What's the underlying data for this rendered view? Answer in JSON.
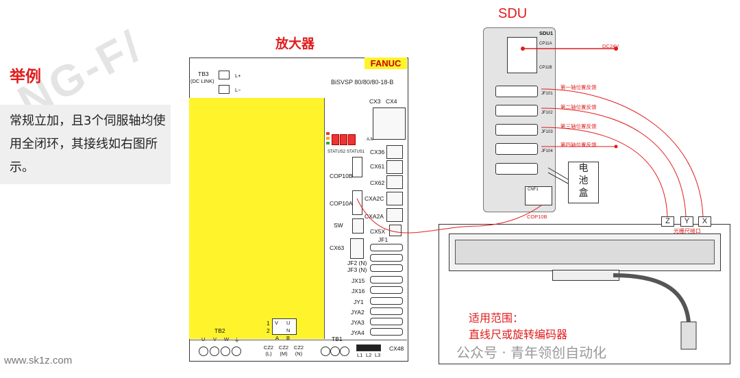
{
  "watermark": "NG-F/",
  "section_title": "举例",
  "description": "常规立加，且3个伺服轴均使用全闭环，其接线如右图所示。",
  "website": "www.sk1z.com",
  "amplifier": {
    "title": "放大器",
    "brand": "FANUC",
    "model": "BiSVSP 80/80/80-18-B",
    "tb3": "TB3",
    "dc_link": "(DC LINK)",
    "l_plus": "L+",
    "l_minus": "L−",
    "status2": "STATUS2",
    "status1": "STATUS1",
    "alm": "A,M",
    "connectors_right": [
      "CX3",
      "CX4",
      "CX36",
      "CX61",
      "CX62",
      "CXA2C",
      "CXA2A",
      "CX5X",
      "JF1",
      "JF2 (N)",
      "JF3 (N)",
      "JX15",
      "JX16",
      "JY1",
      "JYA2",
      "JYA3",
      "JYA4"
    ],
    "cop10b": "COP10B",
    "cop10a": "COP10A",
    "sw": "SW",
    "cx63": "CX63",
    "tb2": "TB2",
    "uvw": [
      "U",
      "V",
      "W",
      "⏚"
    ],
    "tb1": "TB1",
    "cz2_labels": [
      "CZ2 (L)",
      "CZ2 (M)",
      "CZ2 (N)"
    ],
    "l123": [
      "L1",
      "L2",
      "L3"
    ],
    "cx48": "CX48",
    "vu": [
      "1",
      "V",
      "U",
      "2",
      "N",
      "A",
      "B"
    ]
  },
  "sdu": {
    "title": "SDU",
    "unit": "SDU1",
    "cp11a": "CP11A",
    "cp11b": "CP11B",
    "dc24v": "DC24V",
    "jf_labels": [
      "JF101",
      "JF102",
      "JF103",
      "JF104"
    ],
    "feedback": [
      "第一轴位置反馈",
      "第二轴位置反馈",
      "第三轴位置反馈",
      "第四轴位置反馈"
    ],
    "battery": [
      "电",
      "池",
      "盒"
    ],
    "cnf1": "CNF1",
    "cop10b_label": "COP10B"
  },
  "scale": {
    "axes": [
      "Z",
      "Y",
      "X"
    ],
    "interface": "光栅尺接口",
    "scope_line1": "适用范围：",
    "scope_line2": "直线尺或旋转编码器"
  },
  "wechat": "公众号 · 青年领创自动化",
  "colors": {
    "accent_red": "#e11b1b",
    "amp_yellow": "#fff42b",
    "sdu_gray": "#e4e4e4"
  }
}
